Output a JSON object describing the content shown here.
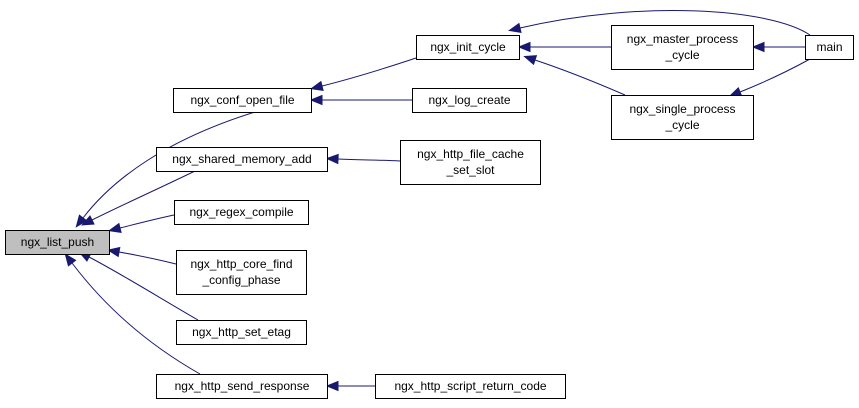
{
  "nodes": [
    {
      "id": "ngx_list_push",
      "lines": [
        "ngx_list_push"
      ],
      "highlight": true
    },
    {
      "id": "ngx_conf_open_file",
      "lines": [
        "ngx_conf_open_file"
      ]
    },
    {
      "id": "ngx_shared_memory_add",
      "lines": [
        "ngx_shared_memory_add"
      ]
    },
    {
      "id": "ngx_regex_compile",
      "lines": [
        "ngx_regex_compile"
      ]
    },
    {
      "id": "ngx_http_core_find_config_phase",
      "lines": [
        "ngx_http_core_find",
        "_config_phase"
      ]
    },
    {
      "id": "ngx_http_set_etag",
      "lines": [
        "ngx_http_set_etag"
      ]
    },
    {
      "id": "ngx_http_send_response",
      "lines": [
        "ngx_http_send_response"
      ]
    },
    {
      "id": "ngx_init_cycle",
      "lines": [
        "ngx_init_cycle"
      ]
    },
    {
      "id": "ngx_log_create",
      "lines": [
        "ngx_log_create"
      ]
    },
    {
      "id": "ngx_http_file_cache_set_slot",
      "lines": [
        "ngx_http_file_cache",
        "_set_slot"
      ]
    },
    {
      "id": "ngx_http_script_return_code",
      "lines": [
        "ngx_http_script_return_code"
      ]
    },
    {
      "id": "ngx_master_process_cycle",
      "lines": [
        "ngx_master_process",
        "_cycle"
      ]
    },
    {
      "id": "ngx_single_process_cycle",
      "lines": [
        "ngx_single_process",
        "_cycle"
      ]
    },
    {
      "id": "main",
      "lines": [
        "main"
      ]
    }
  ],
  "edges": [
    {
      "from": "ngx_conf_open_file",
      "to": "ngx_list_push"
    },
    {
      "from": "ngx_shared_memory_add",
      "to": "ngx_list_push"
    },
    {
      "from": "ngx_regex_compile",
      "to": "ngx_list_push"
    },
    {
      "from": "ngx_http_core_find_config_phase",
      "to": "ngx_list_push"
    },
    {
      "from": "ngx_http_set_etag",
      "to": "ngx_list_push"
    },
    {
      "from": "ngx_http_send_response",
      "to": "ngx_list_push"
    },
    {
      "from": "ngx_init_cycle",
      "to": "ngx_conf_open_file"
    },
    {
      "from": "ngx_log_create",
      "to": "ngx_conf_open_file"
    },
    {
      "from": "ngx_http_file_cache_set_slot",
      "to": "ngx_shared_memory_add"
    },
    {
      "from": "ngx_http_script_return_code",
      "to": "ngx_http_send_response"
    },
    {
      "from": "ngx_master_process_cycle",
      "to": "ngx_init_cycle"
    },
    {
      "from": "ngx_single_process_cycle",
      "to": "ngx_init_cycle"
    },
    {
      "from": "main",
      "to": "ngx_init_cycle"
    },
    {
      "from": "main",
      "to": "ngx_master_process_cycle"
    },
    {
      "from": "main",
      "to": "ngx_single_process_cycle"
    }
  ],
  "colors": {
    "edge": "#191970",
    "highlight_fill": "#bfbfbf",
    "node_fill": "#ffffff",
    "node_border": "#000000"
  }
}
